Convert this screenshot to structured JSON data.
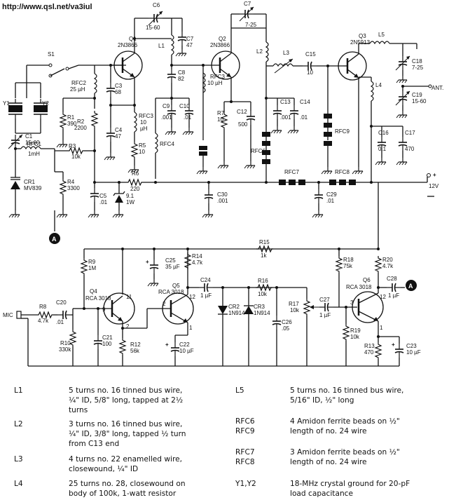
{
  "header": {
    "url": "http://www.qsl.net/va3iul"
  },
  "schematic": {
    "labels": {
      "S1": "S1",
      "Y1": "Y1",
      "Y2": "Y2",
      "C1": "C1",
      "C1v": "15-60",
      "RFC1": "RFC1",
      "RFC1v": "1mH",
      "CR1": "CR1",
      "CR1v": "MV839",
      "R1": "R1",
      "R1v": "390",
      "R2": "R2",
      "R2v": "2200",
      "R3": "R3",
      "R3v": "10k",
      "R4": "R4",
      "R4v": "3300",
      "RFC2": "RFC2",
      "RFC2v": "25 µH",
      "C3": "C3",
      "C3v": "68",
      "C4": "C4",
      "C4v": "47",
      "C5": "C5",
      "C5v": ".01",
      "C6": "C6",
      "C6v": "15-60",
      "Q1": "Q1",
      "Q1v": "2N3866",
      "L1": "L1",
      "C7": "C7",
      "C7v": "47",
      "C8": "C8",
      "C8v": "82",
      "RFC3a": "RFC3",
      "RFC3av": "10",
      "RFC3au": "µH",
      "R5": "R5",
      "R5v": "10",
      "RFC4": "RFC4",
      "R6": "R6",
      "R6v": "220",
      "D1": "9.1",
      "D1v": "1W",
      "C9": "C9",
      "C9v": ".001",
      "C10": "C10",
      "C10v": ".01",
      "C7b": "C7",
      "C7bv": "7-25",
      "Q2": "Q2",
      "Q2v": "2N3866",
      "RFC3b": "RFC3",
      "RFC3bv": "10 µH",
      "R7": "R7",
      "R7v": "10",
      "C12": "C12",
      "C12v": "500",
      "C30": "C30",
      "C30v": ".001",
      "L2": "L2",
      "L3": "L3",
      "C15": "C15",
      "C15v": "10",
      "C13": "C13",
      "C13v": ".001",
      "C14": "C14",
      "C14v": ".01",
      "RFC6": "RFC6",
      "RFC7": "RFC7",
      "RFC8": "RFC8",
      "RFC9": "RFC9",
      "Q3": "Q3",
      "Q3v": "2N5913",
      "L4": "L4",
      "L5": "L5",
      "C18": "C18",
      "C18v": "7-25",
      "C19": "C19",
      "C19v": "15-60",
      "ANT": "ANT.",
      "C16": "C16",
      "C16v": "0.1",
      "C17": "C17",
      "C17v": "470",
      "C29": "C29",
      "C29v": ".01",
      "plus": "+",
      "v12": "12V",
      "A": "A",
      "R15": "R15",
      "R15v": "1k",
      "R9": "R9",
      "R9v": "1M",
      "C25": "C25",
      "C25v": "35 µF",
      "R14": "R14",
      "R14v": "4.7k",
      "Q4": "Q4",
      "Q4v": "RCA 3018",
      "Q5": "Q5",
      "Q5v": "RCA 3018",
      "C24": "C24",
      "C24v": "1 µF",
      "R16": "R16",
      "R16v": "10k",
      "CR2": "CR2",
      "CR2v": "1N914",
      "CR3": "CR3",
      "CR3v": "1N914",
      "R18": "R18",
      "R18v": "75k",
      "R20": "R20",
      "R20v": "4.7k",
      "C28": "C28",
      "C28v": "1 µF",
      "Q6": "Q6",
      "Q6v": "RCA 3018",
      "MIC": "MIC",
      "R8": "R8",
      "R8v": "4.7k",
      "C20": "C20",
      "C20v": ".01",
      "R10": "R10",
      "R10v": "330k",
      "C21": "C21",
      "C21v": "100",
      "R12": "R12",
      "R12v": "56k",
      "C22": "C22",
      "C22v": "10 µF",
      "C26": "C26",
      "C26v": ".05",
      "R17": "R17",
      "R17v": "10k",
      "C27": "C27",
      "C27v": "1 µF",
      "R19": "R19",
      "R19v": "10k",
      "R13": "R13",
      "R13v": "470",
      "C23": "C23",
      "C23v": "10 µF",
      "p9": "9",
      "p11": "11",
      "p2a": "2",
      "p2b": "2",
      "p12a": "12",
      "p1a": "1",
      "p3": "3",
      "p12b": "12",
      "p1b": "1"
    }
  },
  "legend": [
    {
      "key": "L1",
      "text": "5 turns no. 16 tinned bus wire,\n¼\" ID, 5/8\" long, tapped at 2½\nturns"
    },
    {
      "key": "L2",
      "text": "3 turns no. 16 tinned bus wire,\n¼\" ID, 3/8\" long, tapped ½ turn\nfrom C13 end"
    },
    {
      "key": "L3",
      "text": "4 turns no. 22 enamelled wire,\nclosewound, ¼\" ID"
    },
    {
      "key": "L4",
      "text": "25 turns no. 28, closewound on\nbody of 100k, 1-watt resistor"
    },
    {
      "key": "L5",
      "text": "5 turns no. 16 tinned bus wire,\n5/16\" ID, ½\" long"
    },
    {
      "key": "RFC6\nRFC9",
      "text": "4 Amidon ferrite beads on ½\"\nlength of no. 24 wire"
    },
    {
      "key": "RFC7\nRFC8",
      "text": "3 Amidon ferrite beads on ½\"\nlength of no. 24 wire"
    },
    {
      "key": "Y1,Y2",
      "text": "18-MHz crystal ground for 20-pF\nload capacitance"
    }
  ]
}
